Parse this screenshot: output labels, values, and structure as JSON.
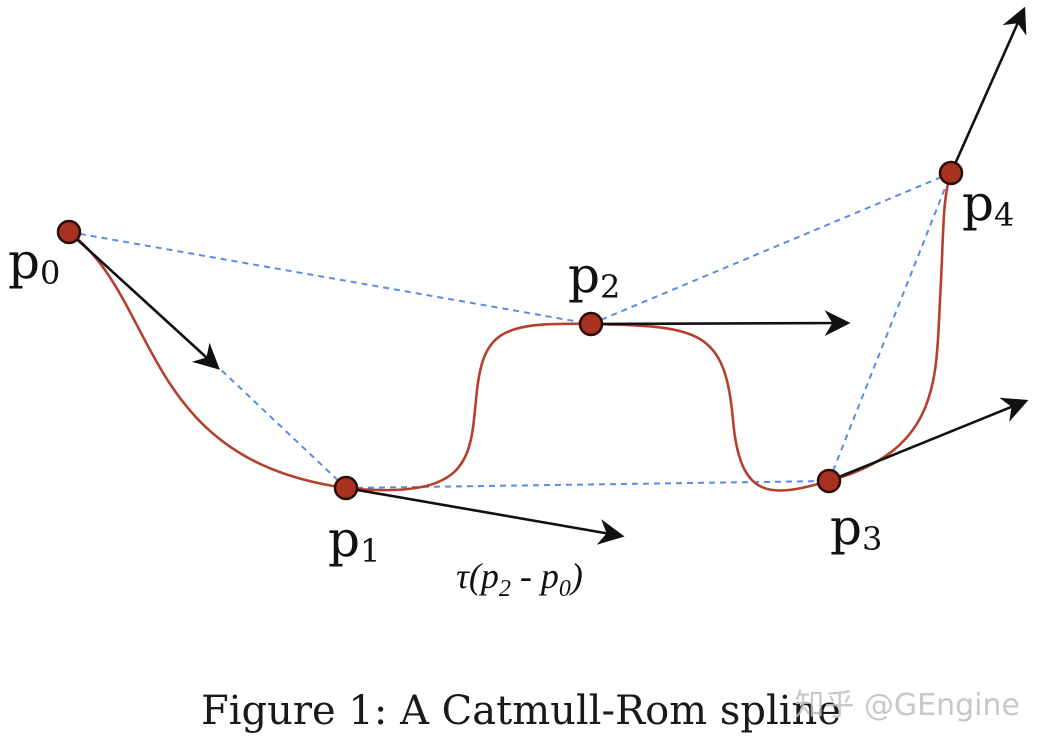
{
  "points": [
    {
      "id": "p0",
      "base": "p",
      "sub": "0"
    },
    {
      "id": "p1",
      "base": "p",
      "sub": "1"
    },
    {
      "id": "p2",
      "base": "p",
      "sub": "2"
    },
    {
      "id": "p3",
      "base": "p",
      "sub": "3"
    },
    {
      "id": "p4",
      "base": "p",
      "sub": "4"
    }
  ],
  "tangent_label": {
    "prefix": "τ(p",
    "sub_a": "2",
    "mid": " - p",
    "sub_b": "0",
    "suffix": ")"
  },
  "caption": "Figure 1: A Catmull-Rom spline",
  "watermark": "知乎 @GEngine",
  "colors": {
    "curve": "#b5402b",
    "control_point_fill": "#a8321f",
    "control_point_stroke": "#2a0d08",
    "control_polygon": "#5a8ce6",
    "tangent_arrow": "#111111"
  }
}
